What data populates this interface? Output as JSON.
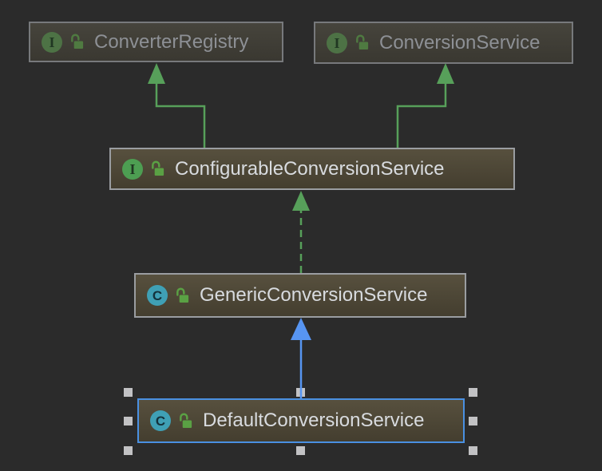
{
  "diagram": {
    "tool": "uml-class-diagram",
    "nodes": [
      {
        "label": "ConverterRegistry",
        "type": "interface",
        "icon_letter": "I",
        "visibility": "public",
        "state": "dimmed"
      },
      {
        "label": "ConversionService",
        "type": "interface",
        "icon_letter": "I",
        "visibility": "public",
        "state": "dimmed"
      },
      {
        "label": "ConfigurableConversionService",
        "type": "interface",
        "icon_letter": "I",
        "visibility": "public",
        "state": "normal"
      },
      {
        "label": "GenericConversionService",
        "type": "class",
        "icon_letter": "C",
        "visibility": "public",
        "state": "normal"
      },
      {
        "label": "DefaultConversionService",
        "type": "class",
        "icon_letter": "C",
        "visibility": "public",
        "state": "selected"
      }
    ],
    "edges": [
      {
        "from": "ConfigurableConversionService",
        "to": "ConverterRegistry",
        "relation": "extends",
        "line_style": "solid",
        "color": "#57a05a"
      },
      {
        "from": "ConfigurableConversionService",
        "to": "ConversionService",
        "relation": "extends",
        "line_style": "solid",
        "color": "#57a05a"
      },
      {
        "from": "GenericConversionService",
        "to": "ConfigurableConversionService",
        "relation": "implements",
        "line_style": "dashed",
        "color": "#57a05a"
      },
      {
        "from": "DefaultConversionService",
        "to": "GenericConversionService",
        "relation": "extends",
        "line_style": "solid",
        "color": "#5795f2"
      }
    ],
    "colors": {
      "canvas_bg": "#2b2b2b",
      "node_border": "#9a9da1",
      "node_border_dimmed": "#77797c",
      "selection_border": "#4a90e2",
      "node_text": "#d8dbdf",
      "node_text_dimmed": "#8d9095",
      "interface_icon": "#4d9e52",
      "interface_icon_dimmed": "#4d7245",
      "class_icon": "#3fa0b5",
      "lock_icon": "#5aa144",
      "lock_icon_dimmed": "#4f7a41",
      "edge_green": "#57a05a",
      "edge_blue": "#5795f2",
      "selection_handle": "#c2c2c4"
    }
  }
}
